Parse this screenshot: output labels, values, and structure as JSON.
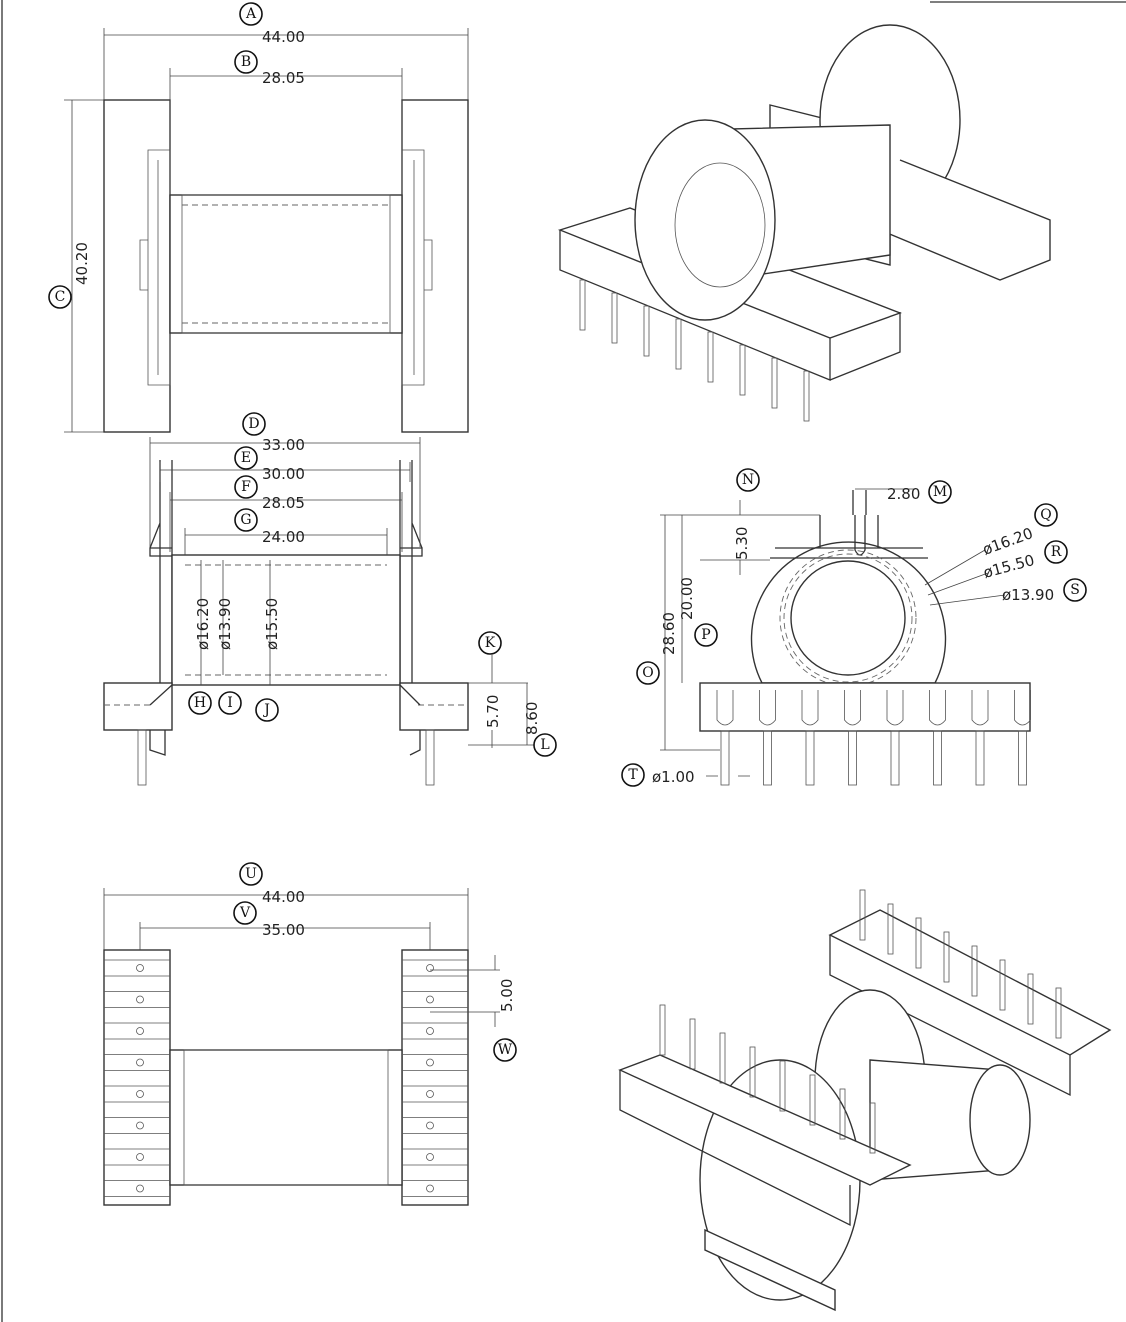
{
  "letters": {
    "A": "A",
    "B": "B",
    "C": "C",
    "D": "D",
    "E": "E",
    "F": "F",
    "G": "G",
    "H": "H",
    "I": "I",
    "J": "J",
    "K": "K",
    "L": "L",
    "M": "M",
    "N": "N",
    "O": "O",
    "P": "P",
    "Q": "Q",
    "R": "R",
    "S": "S",
    "T": "T",
    "U": "U",
    "V": "V",
    "W": "W"
  },
  "dims": {
    "A": "44.00",
    "B": "28.05",
    "C": "40.20",
    "D": "33.00",
    "E": "30.00",
    "F": "28.05",
    "G": "24.00",
    "H": "ø16.20",
    "I": "ø13.90",
    "J": "ø15.50",
    "K": "5.70",
    "L": "8.60",
    "M": "2.80",
    "N": "5.30",
    "O": "28.60",
    "P": "20.00",
    "Q": "ø16.20",
    "R": "ø15.50",
    "S": "ø13.90",
    "T": "ø1.00",
    "U": "44.00",
    "V": "35.00",
    "W": "5.00"
  },
  "front_view": {
    "pin_count": 8
  },
  "bottom_view": {
    "pins_per_row": 8
  }
}
